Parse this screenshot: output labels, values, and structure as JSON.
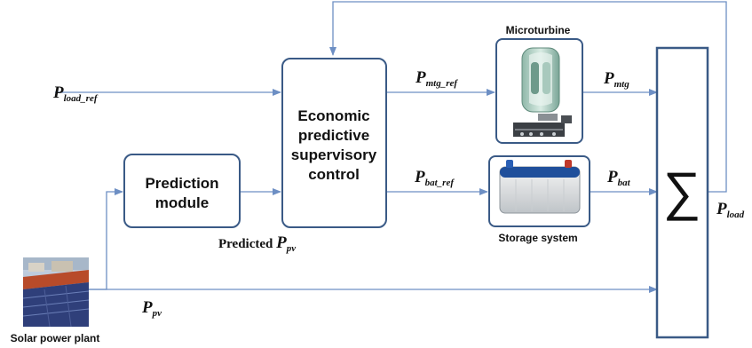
{
  "blocks": {
    "prediction": {
      "line1": "Prediction",
      "line2": "module"
    },
    "controller": {
      "line1": "Economic",
      "line2": "predictive",
      "line3": "supervisory",
      "line4": "control"
    },
    "sum": {
      "symbol": "∑"
    }
  },
  "captions": {
    "microturbine": "Microturbine",
    "storage": "Storage system",
    "solar": "Solar power plant"
  },
  "signals": {
    "p_load_ref": {
      "base": "P",
      "sub": "load_ref"
    },
    "p_mtg_ref": {
      "base": "P",
      "sub": "mtg_ref"
    },
    "p_mtg": {
      "base": "P",
      "sub": "mtg"
    },
    "p_bat_ref": {
      "base": "P",
      "sub": "bat_ref"
    },
    "p_bat": {
      "base": "P",
      "sub": "bat"
    },
    "p_load": {
      "base": "P",
      "sub": "load"
    },
    "p_pv": {
      "base": "P",
      "sub": "pv"
    },
    "predicted_pv": {
      "prefix": "Predicted ",
      "base": "P",
      "sub": "pv"
    }
  },
  "colors": {
    "block_border": "#3a5a86",
    "arrow": "#6d8fc4",
    "text": "#111111"
  },
  "icons": {
    "microturbine": "microturbine-image",
    "storage": "battery-image",
    "solar": "solar-plant-photo"
  }
}
